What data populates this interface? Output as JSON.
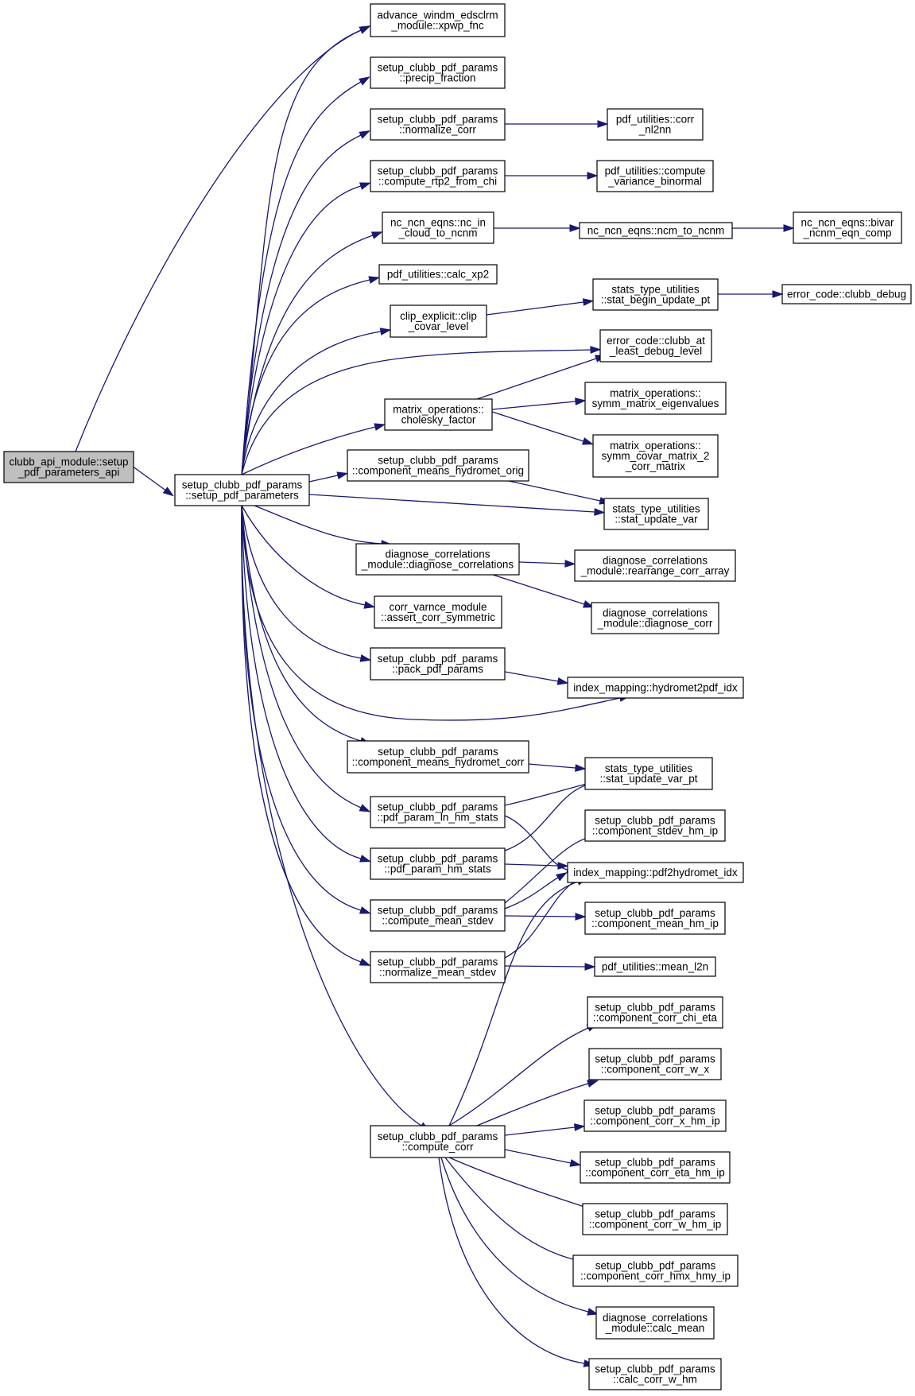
{
  "colors": {
    "edge": "#191970",
    "root_fill": "#bfbfbf",
    "node_fill": "#ffffff",
    "node_stroke": "#000000"
  },
  "nodes": {
    "n_root": {
      "lines": [
        "clubb_api_module::setup",
        "_pdf_parameters_api"
      ],
      "root": true
    },
    "n_main": {
      "lines": [
        "setup_clubb_pdf_params",
        "::setup_pdf_parameters"
      ]
    },
    "n_xpwp": {
      "lines": [
        "advance_windm_edsclrm",
        "_module::xpwp_fnc"
      ]
    },
    "n_precip": {
      "lines": [
        "setup_clubb_pdf_params",
        "::precip_fraction"
      ]
    },
    "n_norm": {
      "lines": [
        "setup_clubb_pdf_params",
        "::normalize_corr"
      ]
    },
    "n_corr": {
      "lines": [
        "pdf_utilities::corr",
        "_nl2nn"
      ]
    },
    "n_rtp2": {
      "lines": [
        "setup_clubb_pdf_params",
        "::compute_rtp2_from_chi"
      ]
    },
    "n_varb": {
      "lines": [
        "pdf_utilities::compute",
        "_variance_binormal"
      ]
    },
    "n_ncin": {
      "lines": [
        "nc_ncn_eqns::nc_in",
        "_cloud_to_ncnm"
      ]
    },
    "n_ncm": {
      "lines": [
        "nc_ncn_eqns::ncm_to_ncnm"
      ]
    },
    "n_bivar": {
      "lines": [
        "nc_ncn_eqns::bivar",
        "_ncnm_eqn_comp"
      ]
    },
    "n_xp2": {
      "lines": [
        "pdf_utilities::calc_xp2"
      ]
    },
    "n_clip": {
      "lines": [
        "clip_explicit::clip",
        "_covar_level"
      ]
    },
    "n_sbup": {
      "lines": [
        "stats_type_utilities",
        "::stat_begin_update_pt"
      ]
    },
    "n_dbg": {
      "lines": [
        "error_code::clubb_debug"
      ]
    },
    "n_atl": {
      "lines": [
        "error_code::clubb_at",
        "_least_debug_level"
      ]
    },
    "n_chol": {
      "lines": [
        "matrix_operations::",
        "cholesky_factor"
      ]
    },
    "n_eig": {
      "lines": [
        "matrix_operations::",
        "symm_matrix_eigenvalues"
      ]
    },
    "n_c2c": {
      "lines": [
        "matrix_operations::",
        "symm_covar_matrix_2",
        "_corr_matrix"
      ]
    },
    "n_cmho": {
      "lines": [
        "setup_clubb_pdf_params",
        "::component_means_hydromet_orig"
      ]
    },
    "n_suv": {
      "lines": [
        "stats_type_utilities",
        "::stat_update_var"
      ]
    },
    "n_dcc": {
      "lines": [
        "diagnose_correlations",
        "_module::diagnose_correlations"
      ]
    },
    "n_rca": {
      "lines": [
        "diagnose_correlations",
        "_module::rearrange_corr_array"
      ]
    },
    "n_dcorr": {
      "lines": [
        "diagnose_correlations",
        "_module::diagnose_corr"
      ]
    },
    "n_acs": {
      "lines": [
        "corr_varnce_module",
        "::assert_corr_symmetric"
      ]
    },
    "n_pack": {
      "lines": [
        "setup_clubb_pdf_params",
        "::pack_pdf_params"
      ]
    },
    "n_h2p": {
      "lines": [
        "index_mapping::hydromet2pdf_idx"
      ]
    },
    "n_cmhc": {
      "lines": [
        "setup_clubb_pdf_params",
        "::component_means_hydromet_corr"
      ]
    },
    "n_suvp": {
      "lines": [
        "stats_type_utilities",
        "::stat_update_var_pt"
      ]
    },
    "n_plnhm": {
      "lines": [
        "setup_clubb_pdf_params",
        "::pdf_param_ln_hm_stats"
      ]
    },
    "n_csd": {
      "lines": [
        "setup_clubb_pdf_params",
        "::component_stdev_hm_ip"
      ]
    },
    "n_phm": {
      "lines": [
        "setup_clubb_pdf_params",
        "::pdf_param_hm_stats"
      ]
    },
    "n_p2h": {
      "lines": [
        "index_mapping::pdf2hydromet_idx"
      ]
    },
    "n_cms": {
      "lines": [
        "setup_clubb_pdf_params",
        "::compute_mean_stdev"
      ]
    },
    "n_cmean": {
      "lines": [
        "setup_clubb_pdf_params",
        "::component_mean_hm_ip"
      ]
    },
    "n_nms": {
      "lines": [
        "setup_clubb_pdf_params",
        "::normalize_mean_stdev"
      ]
    },
    "n_ml2n": {
      "lines": [
        "pdf_utilities::mean_l2n"
      ]
    },
    "n_cc": {
      "lines": [
        "setup_clubb_pdf_params",
        "::compute_corr"
      ]
    },
    "n_cce": {
      "lines": [
        "setup_clubb_pdf_params",
        "::component_corr_chi_eta"
      ]
    },
    "n_cwx": {
      "lines": [
        "setup_clubb_pdf_params",
        "::component_corr_w_x"
      ]
    },
    "n_cxhm": {
      "lines": [
        "setup_clubb_pdf_params",
        "::component_corr_x_hm_ip"
      ]
    },
    "n_cehm": {
      "lines": [
        "setup_clubb_pdf_params",
        "::component_corr_eta_hm_ip"
      ]
    },
    "n_cwhm": {
      "lines": [
        "setup_clubb_pdf_params",
        "::component_corr_w_hm_ip"
      ]
    },
    "n_chh": {
      "lines": [
        "setup_clubb_pdf_params",
        "::component_corr_hmx_hmy_ip"
      ]
    },
    "n_cmn": {
      "lines": [
        "diagnose_correlations",
        "_module::calc_mean"
      ]
    },
    "n_cwhm2": {
      "lines": [
        "setup_clubb_pdf_params",
        "::calc_corr_w_hm"
      ]
    }
  },
  "edges": [
    [
      "n_root",
      "n_xpwp"
    ],
    [
      "n_root",
      "n_main"
    ],
    [
      "n_main",
      "n_xpwp"
    ],
    [
      "n_main",
      "n_precip"
    ],
    [
      "n_main",
      "n_norm"
    ],
    [
      "n_main",
      "n_rtp2"
    ],
    [
      "n_main",
      "n_ncin"
    ],
    [
      "n_main",
      "n_xp2"
    ],
    [
      "n_main",
      "n_clip"
    ],
    [
      "n_main",
      "n_atl"
    ],
    [
      "n_main",
      "n_chol"
    ],
    [
      "n_main",
      "n_cmho"
    ],
    [
      "n_main",
      "n_suv"
    ],
    [
      "n_main",
      "n_dcc"
    ],
    [
      "n_main",
      "n_acs"
    ],
    [
      "n_main",
      "n_pack"
    ],
    [
      "n_main",
      "n_h2p"
    ],
    [
      "n_main",
      "n_cmhc"
    ],
    [
      "n_main",
      "n_plnhm"
    ],
    [
      "n_main",
      "n_phm"
    ],
    [
      "n_main",
      "n_cms"
    ],
    [
      "n_main",
      "n_nms"
    ],
    [
      "n_main",
      "n_cc"
    ],
    [
      "n_norm",
      "n_corr"
    ],
    [
      "n_rtp2",
      "n_varb"
    ],
    [
      "n_ncin",
      "n_ncm"
    ],
    [
      "n_ncm",
      "n_bivar"
    ],
    [
      "n_clip",
      "n_sbup"
    ],
    [
      "n_sbup",
      "n_dbg"
    ],
    [
      "n_chol",
      "n_atl"
    ],
    [
      "n_chol",
      "n_eig"
    ],
    [
      "n_chol",
      "n_c2c"
    ],
    [
      "n_cmho",
      "n_suv"
    ],
    [
      "n_dcc",
      "n_rca"
    ],
    [
      "n_dcc",
      "n_dcorr"
    ],
    [
      "n_pack",
      "n_h2p"
    ],
    [
      "n_cmhc",
      "n_suvp"
    ],
    [
      "n_plnhm",
      "n_suvp"
    ],
    [
      "n_plnhm",
      "n_p2h"
    ],
    [
      "n_phm",
      "n_suvp"
    ],
    [
      "n_phm",
      "n_p2h"
    ],
    [
      "n_cms",
      "n_csd"
    ],
    [
      "n_cms",
      "n_p2h"
    ],
    [
      "n_cms",
      "n_cmean"
    ],
    [
      "n_nms",
      "n_p2h"
    ],
    [
      "n_nms",
      "n_ml2n"
    ],
    [
      "n_cc",
      "n_p2h"
    ],
    [
      "n_cc",
      "n_cce"
    ],
    [
      "n_cc",
      "n_cwx"
    ],
    [
      "n_cc",
      "n_cxhm"
    ],
    [
      "n_cc",
      "n_cehm"
    ],
    [
      "n_cc",
      "n_cwhm"
    ],
    [
      "n_cc",
      "n_chh"
    ],
    [
      "n_cc",
      "n_cmn"
    ],
    [
      "n_cc",
      "n_cwhm2"
    ]
  ]
}
